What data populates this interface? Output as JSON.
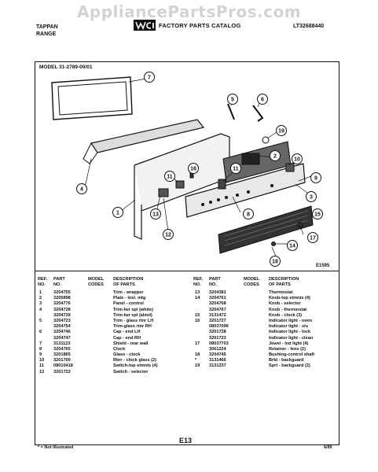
{
  "watermark": "AppliancePartsPros.com",
  "header": {
    "brand_line1": "TAPPAN",
    "brand_line2": "RANGE",
    "catalog_title": "FACTORY PARTS CATALOG",
    "catalog_number": "LT32688440",
    "logo": "wci-logo"
  },
  "model_label": "MODEL 31-2789-00/01",
  "diagram": {
    "figure_id": "E1595",
    "callouts": [
      "1",
      "2",
      "3",
      "4",
      "5",
      "6",
      "7",
      "8",
      "9",
      "10",
      "11",
      "11",
      "12",
      "13",
      "14",
      "15",
      "16",
      "17",
      "18",
      "19"
    ]
  },
  "table": {
    "headers": {
      "ref": [
        "REF.",
        "NO."
      ],
      "part": [
        "PART",
        "NO."
      ],
      "codes": [
        "MODEL",
        "CODES"
      ],
      "desc": [
        "DESCRIPTION",
        "OF PARTS"
      ]
    },
    "left_rows": [
      {
        "ref": "1",
        "part": "3204755",
        "code": "",
        "desc": "Trim - wrapper"
      },
      {
        "ref": "2",
        "part": "3205898",
        "code": "",
        "desc": "Plate - insl. mtg"
      },
      {
        "ref": "3",
        "part": "3204776",
        "code": "",
        "desc": "Panel - control"
      },
      {
        "ref": "4",
        "part": "3204728",
        "code": "",
        "desc": "Trim-lwr spl (white)"
      },
      {
        "ref": "",
        "part": "3204729",
        "code": "",
        "desc": "Trim-lwr spl (almd)"
      },
      {
        "ref": "5",
        "part": "3204723",
        "code": "",
        "desc": "Trim - glass rtnr LH"
      },
      {
        "ref": "",
        "part": "3204754",
        "code": "",
        "desc": "Trim-glass rtnr RH"
      },
      {
        "ref": "6",
        "part": "3204746",
        "code": "",
        "desc": "Cap - end LH"
      },
      {
        "ref": "",
        "part": "3204747",
        "code": "",
        "desc": "Cap - end RH"
      },
      {
        "ref": "7",
        "part": "3131123",
        "code": "",
        "desc": "Shield - rear wall"
      },
      {
        "ref": "8",
        "part": "3204765",
        "code": "",
        "desc": "Clock"
      },
      {
        "ref": "9",
        "part": "3201865",
        "code": "",
        "desc": "Glass - clock"
      },
      {
        "ref": "10",
        "part": "3201700",
        "code": "",
        "desc": "Rtnr - clock glass (2)"
      },
      {
        "ref": "11",
        "part": "08010418",
        "code": "",
        "desc": "Switch-top elmnts (4)"
      },
      {
        "ref": "12",
        "part": "3201722",
        "code": "",
        "desc": "Switch - selector"
      }
    ],
    "right_rows": [
      {
        "ref": "13",
        "part": "3204381",
        "code": "",
        "desc": "Thermostat"
      },
      {
        "ref": "14",
        "part": "3204761",
        "code": "",
        "desc": "Knob-top elmnts (4)"
      },
      {
        "ref": "",
        "part": "3204768",
        "code": "",
        "desc": "Knob - selector"
      },
      {
        "ref": "",
        "part": "3204767",
        "code": "",
        "desc": "Knob - thermostat"
      },
      {
        "ref": "15",
        "part": "3131472",
        "code": "",
        "desc": "Knob - clock (3)"
      },
      {
        "ref": "16",
        "part": "3201727",
        "code": "",
        "desc": "Indicator light - oven"
      },
      {
        "ref": "",
        "part": "08037096",
        "code": "",
        "desc": "Indicator light - s/u"
      },
      {
        "ref": "",
        "part": "3201728",
        "code": "",
        "desc": "Indicator light - lock"
      },
      {
        "ref": "",
        "part": "3201723",
        "code": "",
        "desc": "Indicator light - clean"
      },
      {
        "ref": "17",
        "part": "08037703",
        "code": "",
        "desc": "Jewel - ind light (4)"
      },
      {
        "ref": "",
        "part": "3061224",
        "code": "",
        "desc": "Retainer - lens (2)"
      },
      {
        "ref": "18",
        "part": "3204745",
        "code": "",
        "desc": "Bushing-control shaft"
      },
      {
        "ref": "*",
        "part": "3131466",
        "code": "",
        "desc": "Brkt - backguard"
      },
      {
        "ref": "19",
        "part": "3131237",
        "code": "",
        "desc": "Sprt - backguard (2)"
      }
    ]
  },
  "footer": {
    "footnote": "* = Not Illustrated",
    "page": "E13",
    "date": "6/89"
  }
}
